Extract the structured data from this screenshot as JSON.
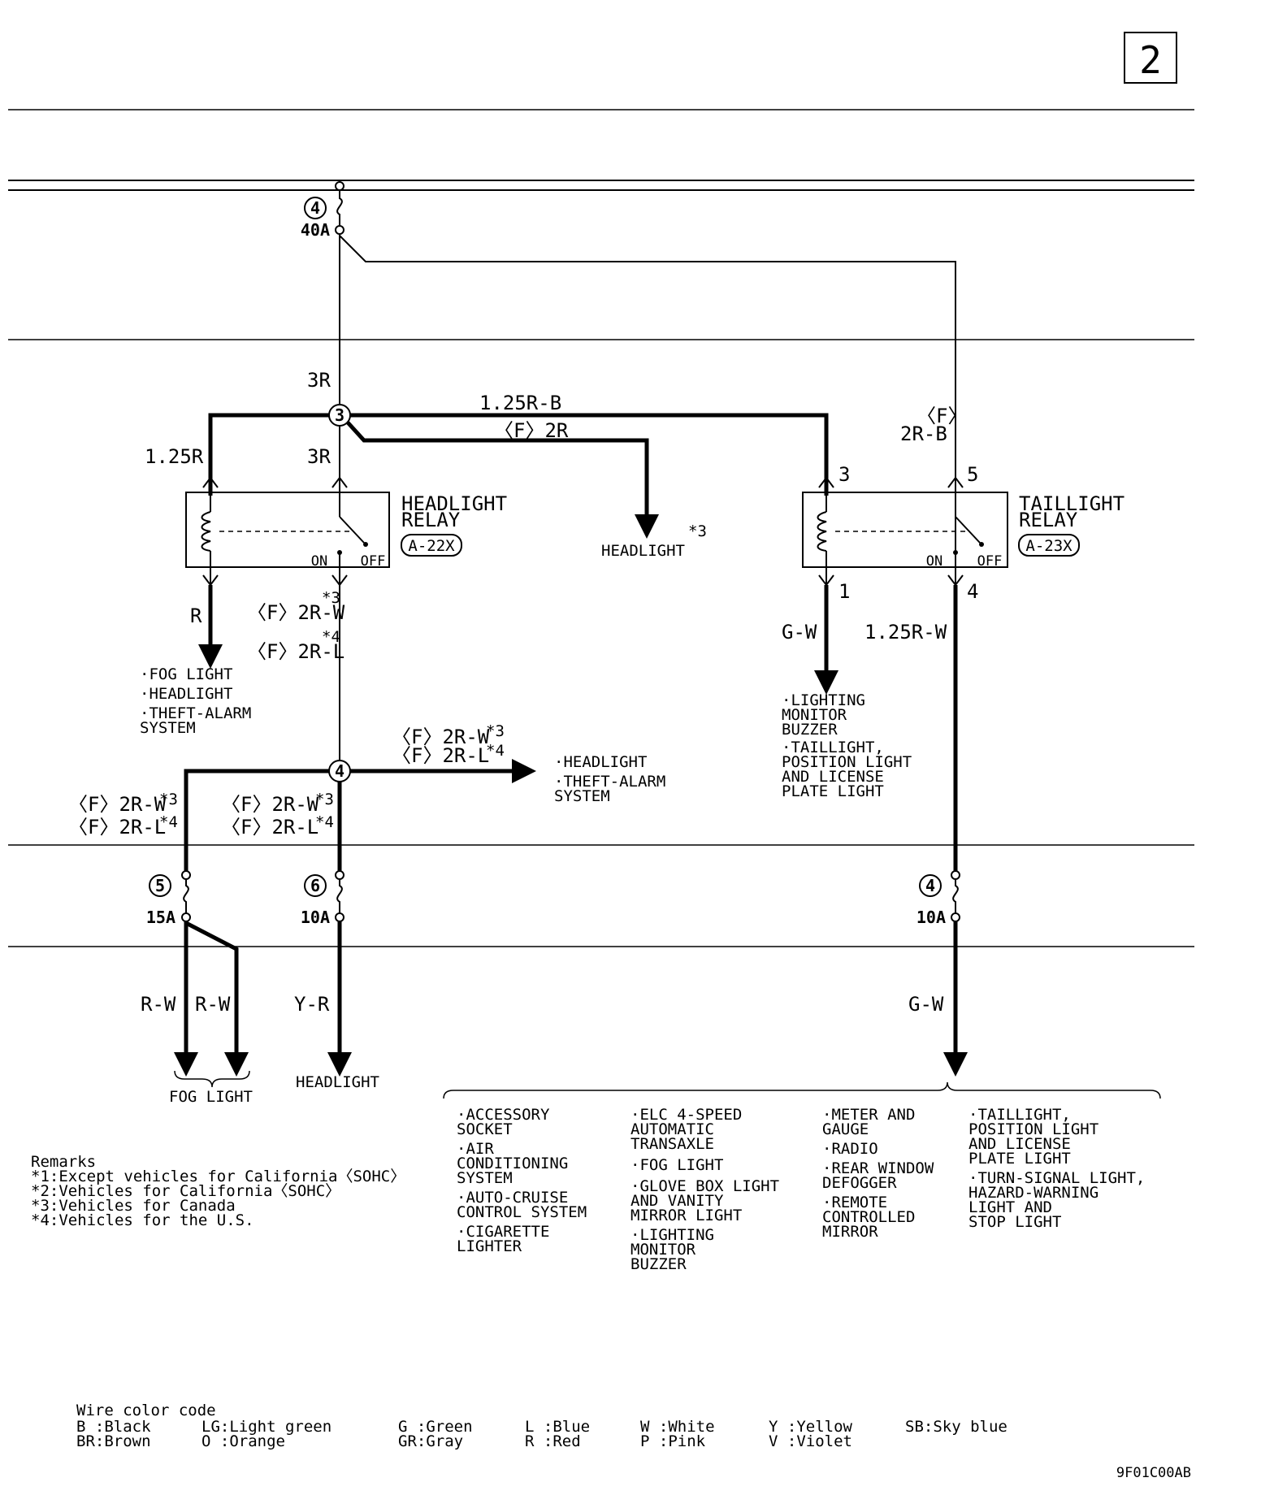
{
  "page_number": "2",
  "footer_code": "9F01C00AB",
  "fuses": {
    "f4_top": {
      "num": "4",
      "rating": "40A"
    },
    "f5": {
      "num": "5",
      "rating": "15A"
    },
    "f6": {
      "num": "6",
      "rating": "10A"
    },
    "f4_right": {
      "num": "4",
      "rating": "10A"
    }
  },
  "junctions": {
    "j3": "3",
    "j4": "4"
  },
  "wires": {
    "w_3r_top": "3R",
    "w_125rb": "1.25R-B",
    "w_f2r": "〈F〉2R",
    "w_125r": "1.25R",
    "w_3r_mid": "3R",
    "w_r": "R",
    "w_f2rw": "〈F〉2R-W",
    "w_f2rl": "〈F〉2R-L",
    "w_f_b": "〈F〉",
    "w_2rb": "2R-B",
    "w_gw": "G-W",
    "w_125rw": "1.25R-W",
    "w_j4_right_1": "〈F〉2R-W",
    "w_j4_right_2": "〈F〉2R-L",
    "w_left_1": "〈F〉2R-W",
    "w_left_2": "〈F〉2R-L",
    "w_mid_1": "〈F〉2R-W",
    "w_mid_2": "〈F〉2R-L",
    "w_rw1": "R-W",
    "w_rw2": "R-W",
    "w_yr": "Y-R",
    "w_gw_bottom": "G-W",
    "star3": "*3",
    "star4": "*4"
  },
  "relays": {
    "headlight": {
      "name1": "HEADLIGHT",
      "name2": "RELAY",
      "code": "A-22X",
      "on": "ON",
      "off": "OFF"
    },
    "taillight": {
      "name1": "TAILLIGHT",
      "name2": "RELAY",
      "code": "A-23X",
      "on": "ON",
      "off": "OFF",
      "pin3": "3",
      "pin5": "5",
      "pin1": "1",
      "pin4": "4"
    }
  },
  "destinations": {
    "headlight_star3": "HEADLIGHT",
    "left_list": [
      "·FOG LIGHT",
      "·HEADLIGHT",
      "·THEFT-ALARM",
      " SYSTEM"
    ],
    "mid_list": [
      "·HEADLIGHT",
      "·THEFT-ALARM",
      " SYSTEM"
    ],
    "tail_list": [
      "·LIGHTING",
      " MONITOR",
      " BUZZER",
      "·TAILLIGHT,",
      " POSITION LIGHT",
      " AND LICENSE",
      " PLATE LIGHT"
    ],
    "fog_light": "FOG LIGHT",
    "headlight_bottom": "HEADLIGHT"
  },
  "bottom_lists": {
    "col1": [
      "·ACCESSORY",
      " SOCKET",
      "·AIR",
      " CONDITIONING",
      " SYSTEM",
      "·AUTO-CRUISE",
      " CONTROL SYSTEM",
      "·CIGARETTE",
      " LIGHTER"
    ],
    "col2": [
      "·ELC 4-SPEED",
      " AUTOMATIC",
      " TRANSAXLE",
      "·FOG LIGHT",
      "·GLOVE BOX LIGHT",
      " AND VANITY",
      " MIRROR LIGHT",
      "·LIGHTING",
      " MONITOR",
      " BUZZER"
    ],
    "col3": [
      "·METER AND",
      " GAUGE",
      "·RADIO",
      "·REAR WINDOW",
      " DEFOGGER",
      "·REMOTE",
      " CONTROLLED",
      " MIRROR"
    ],
    "col4": [
      "·TAILLIGHT,",
      " POSITION LIGHT",
      " AND LICENSE",
      " PLATE LIGHT",
      "·TURN-SIGNAL LIGHT,",
      " HAZARD-WARNING",
      " LIGHT AND",
      " STOP LIGHT"
    ]
  },
  "remarks": {
    "title": "Remarks",
    "items": [
      "*1:Except vehicles for California〈SOHC〉",
      "*2:Vehicles for California〈SOHC〉",
      "*3:Vehicles for Canada",
      "*4:Vehicles for the U.S."
    ]
  },
  "wire_color_code": {
    "title": "Wire color code",
    "row1": [
      "B :Black",
      "LG:Light green",
      "G :Green",
      "L :Blue",
      "W :White",
      "Y :Yellow",
      "SB:Sky blue"
    ],
    "row2": [
      "BR:Brown",
      "O :Orange",
      "GR:Gray",
      "R :Red",
      "P :Pink",
      "V :Violet"
    ]
  }
}
